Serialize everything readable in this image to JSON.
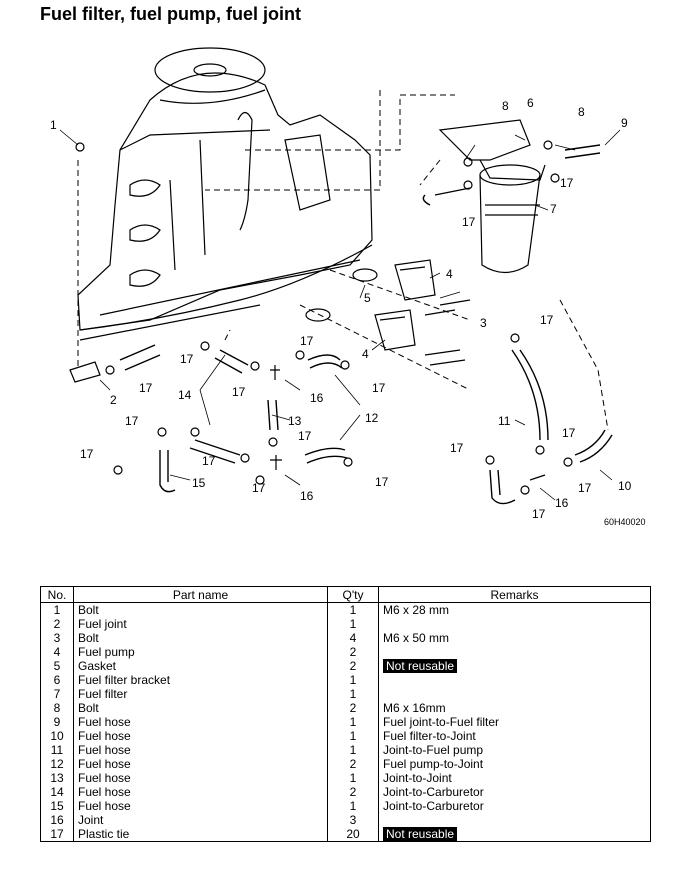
{
  "title": "Fuel filter, fuel pump, fuel joint",
  "diagram": {
    "code": "60H40020",
    "callouts": [
      "1",
      "2",
      "3",
      "4",
      "4",
      "5",
      "6",
      "7",
      "8",
      "8",
      "9",
      "10",
      "11",
      "12",
      "13",
      "14",
      "15",
      "16",
      "16",
      "16",
      "17"
    ]
  },
  "table": {
    "headers": {
      "no": "No.",
      "name": "Part name",
      "qty": "Q'ty",
      "remarks": "Remarks"
    },
    "rows": [
      {
        "no": "1",
        "name": "Bolt",
        "qty": "1",
        "remarks": "M6 x 28 mm",
        "highlight": false
      },
      {
        "no": "2",
        "name": "Fuel joint",
        "qty": "1",
        "remarks": "",
        "highlight": false
      },
      {
        "no": "3",
        "name": "Bolt",
        "qty": "4",
        "remarks": "M6 x 50 mm",
        "highlight": false
      },
      {
        "no": "4",
        "name": "Fuel pump",
        "qty": "2",
        "remarks": "",
        "highlight": false
      },
      {
        "no": "5",
        "name": "Gasket",
        "qty": "2",
        "remarks": "Not reusable",
        "highlight": true
      },
      {
        "no": "6",
        "name": "Fuel filter bracket",
        "qty": "1",
        "remarks": "",
        "highlight": false
      },
      {
        "no": "7",
        "name": "Fuel filter",
        "qty": "1",
        "remarks": "",
        "highlight": false
      },
      {
        "no": "8",
        "name": "Bolt",
        "qty": "2",
        "remarks": "M6 x 16mm",
        "highlight": false
      },
      {
        "no": "9",
        "name": "Fuel hose",
        "qty": "1",
        "remarks": "Fuel joint-to-Fuel filter",
        "highlight": false
      },
      {
        "no": "10",
        "name": "Fuel hose",
        "qty": "1",
        "remarks": "Fuel filter-to-Joint",
        "highlight": false
      },
      {
        "no": "11",
        "name": "Fuel hose",
        "qty": "1",
        "remarks": "Joint-to-Fuel pump",
        "highlight": false
      },
      {
        "no": "12",
        "name": "Fuel hose",
        "qty": "2",
        "remarks": "Fuel pump-to-Joint",
        "highlight": false
      },
      {
        "no": "13",
        "name": "Fuel hose",
        "qty": "1",
        "remarks": "Joint-to-Joint",
        "highlight": false
      },
      {
        "no": "14",
        "name": "Fuel hose",
        "qty": "2",
        "remarks": "Joint-to-Carburetor",
        "highlight": false
      },
      {
        "no": "15",
        "name": "Fuel hose",
        "qty": "1",
        "remarks": "Joint-to-Carburetor",
        "highlight": false
      },
      {
        "no": "16",
        "name": "Joint",
        "qty": "3",
        "remarks": "",
        "highlight": false
      },
      {
        "no": "17",
        "name": "Plastic tie",
        "qty": "20",
        "remarks": "Not reusable",
        "highlight": true
      }
    ]
  }
}
